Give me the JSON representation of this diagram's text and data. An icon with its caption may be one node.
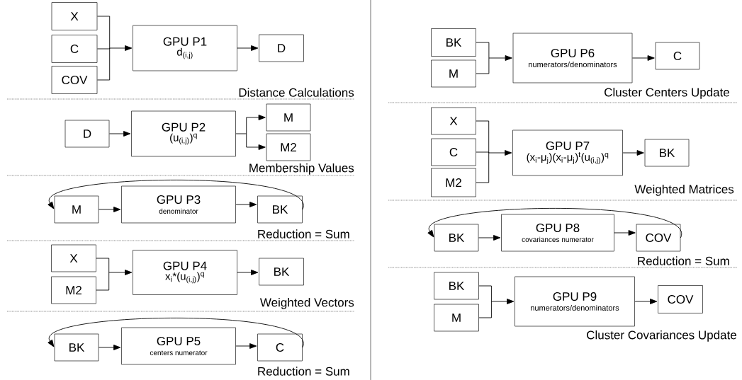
{
  "diagram": {
    "nodes": [
      {
        "text": [
          "X"
        ]
      },
      {
        "text": [
          "C"
        ]
      },
      {
        "text": [
          "COV"
        ]
      },
      {
        "text": [
          "GPU P1",
          "d$_{(i,j)}$"
        ]
      },
      {
        "text": [
          "D"
        ]
      },
      {
        "text": [
          "D"
        ]
      },
      {
        "text": [
          "GPU P2",
          "(u$_{(i,j)}$)$^{q}$"
        ]
      },
      {
        "text": [
          "M"
        ]
      },
      {
        "text": [
          "M2"
        ]
      },
      {
        "text": [
          "M"
        ]
      },
      {
        "text": [
          "GPU P3",
          "denominator"
        ]
      },
      {
        "text": [
          "BK"
        ]
      },
      {
        "text": [
          "X"
        ]
      },
      {
        "text": [
          "M2"
        ]
      },
      {
        "text": [
          "GPU P4",
          "x$_{i}$*(u$_{(i,j)}$)$^{q}$"
        ]
      },
      {
        "text": [
          "BK"
        ]
      },
      {
        "text": [
          "BK"
        ]
      },
      {
        "text": [
          "GPU P5",
          "centers numerator"
        ]
      },
      {
        "text": [
          "C"
        ]
      },
      {
        "text": [
          "BK"
        ]
      },
      {
        "text": [
          "M"
        ]
      },
      {
        "text": [
          "GPU P6",
          "numerators/denominators"
        ]
      },
      {
        "text": [
          "C"
        ]
      },
      {
        "text": [
          "X"
        ]
      },
      {
        "text": [
          "C"
        ]
      },
      {
        "text": [
          "M2"
        ]
      },
      {
        "text": [
          "GPU P7",
          "(x$_{i}$-μ$_{j}$)(x$_{i}$-μ$_{j}$)$^{t}$(u$_{(i,j)}$)$^{q}$"
        ]
      },
      {
        "text": [
          "BK"
        ]
      },
      {
        "text": [
          "BK"
        ]
      },
      {
        "text": [
          "GPU P8",
          "covariances numerator"
        ]
      },
      {
        "text": [
          "COV"
        ]
      },
      {
        "text": [
          "BK"
        ]
      },
      {
        "text": [
          "M"
        ]
      },
      {
        "text": [
          "GPU P9",
          "numerators/denominators"
        ]
      },
      {
        "text": [
          "COV"
        ]
      }
    ],
    "edges": [
      {
        "from": 0,
        "to": 3,
        "arrow": "to"
      },
      {
        "from": 1,
        "to": 3,
        "arrow": "to"
      },
      {
        "from": 2,
        "to": 3,
        "arrow": "to"
      },
      {
        "from": 3,
        "to": 4,
        "arrow": "to"
      },
      {
        "from": 5,
        "to": 6,
        "arrow": "to"
      },
      {
        "from": 6,
        "to": 7,
        "arrow": "to"
      },
      {
        "from": 6,
        "to": 8,
        "arrow": "to"
      },
      {
        "from": 9,
        "to": 10,
        "arrow": "to"
      },
      {
        "from": 10,
        "to": 11,
        "arrow": "to"
      },
      {
        "from": 11,
        "to": 9,
        "arrow": "to"
      },
      {
        "from": 12,
        "to": 14,
        "arrow": "to"
      },
      {
        "from": 13,
        "to": 14,
        "arrow": "to"
      },
      {
        "from": 14,
        "to": 15,
        "arrow": "to"
      },
      {
        "from": 16,
        "to": 17,
        "arrow": "to"
      },
      {
        "from": 17,
        "to": 18,
        "arrow": "to"
      },
      {
        "from": 18,
        "to": 16,
        "arrow": "to"
      },
      {
        "from": 19,
        "to": 21,
        "arrow": "to"
      },
      {
        "from": 20,
        "to": 21,
        "arrow": "to"
      },
      {
        "from": 21,
        "to": 22,
        "arrow": "to"
      },
      {
        "from": 23,
        "to": 26,
        "arrow": "to"
      },
      {
        "from": 24,
        "to": 26,
        "arrow": "to"
      },
      {
        "from": 25,
        "to": 26,
        "arrow": "to"
      },
      {
        "from": 26,
        "to": 27,
        "arrow": "to"
      },
      {
        "from": 28,
        "to": 29,
        "arrow": "to"
      },
      {
        "from": 29,
        "to": 30,
        "arrow": "to"
      },
      {
        "from": 30,
        "to": 28,
        "arrow": "to"
      },
      {
        "from": 31,
        "to": 33,
        "arrow": "to"
      },
      {
        "from": 32,
        "to": 33,
        "arrow": "to"
      },
      {
        "from": 33,
        "to": 34,
        "arrow": "to"
      }
    ],
    "labels": [
      "Distance Calculations",
      "Membership Values",
      "Reduction = Sum",
      "Weighted Vectors",
      "Reduction = Sum",
      "Cluster Centers Update",
      "Weighted Matrices",
      "Reduction = Sum",
      "Cluster Covariances Update"
    ]
  }
}
